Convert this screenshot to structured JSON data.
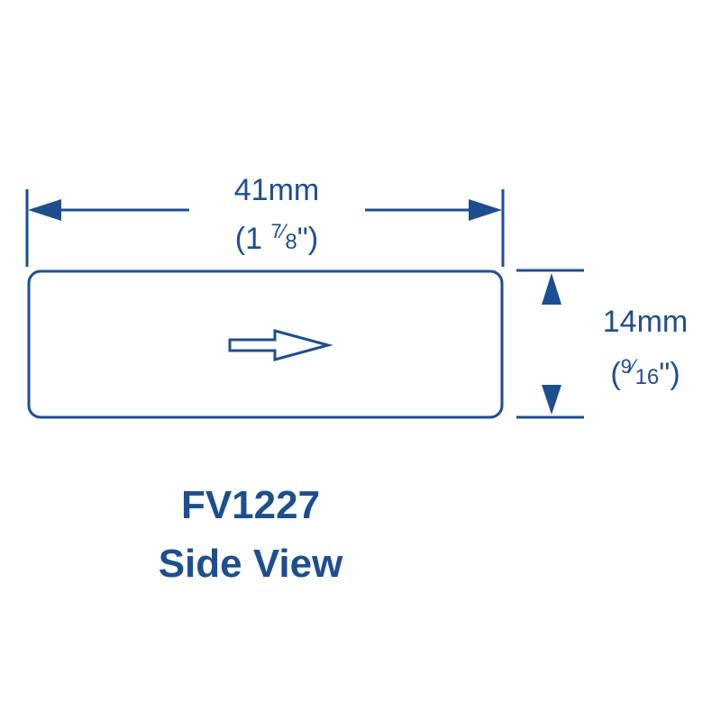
{
  "colors": {
    "ink": "#1d4e8f",
    "background": "#ffffff"
  },
  "width_dimension": {
    "metric": "41mm",
    "imperial_prefix": "(1 ",
    "imperial_num": "7",
    "imperial_den": "8",
    "imperial_suffix": "\")"
  },
  "height_dimension": {
    "metric": "14mm",
    "imperial_prefix": "(",
    "imperial_num": "9",
    "imperial_den": "16",
    "imperial_suffix": "\")"
  },
  "title": {
    "model": "FV1227",
    "view": "Side View"
  },
  "icons": {
    "direction": "right-arrow-icon"
  }
}
